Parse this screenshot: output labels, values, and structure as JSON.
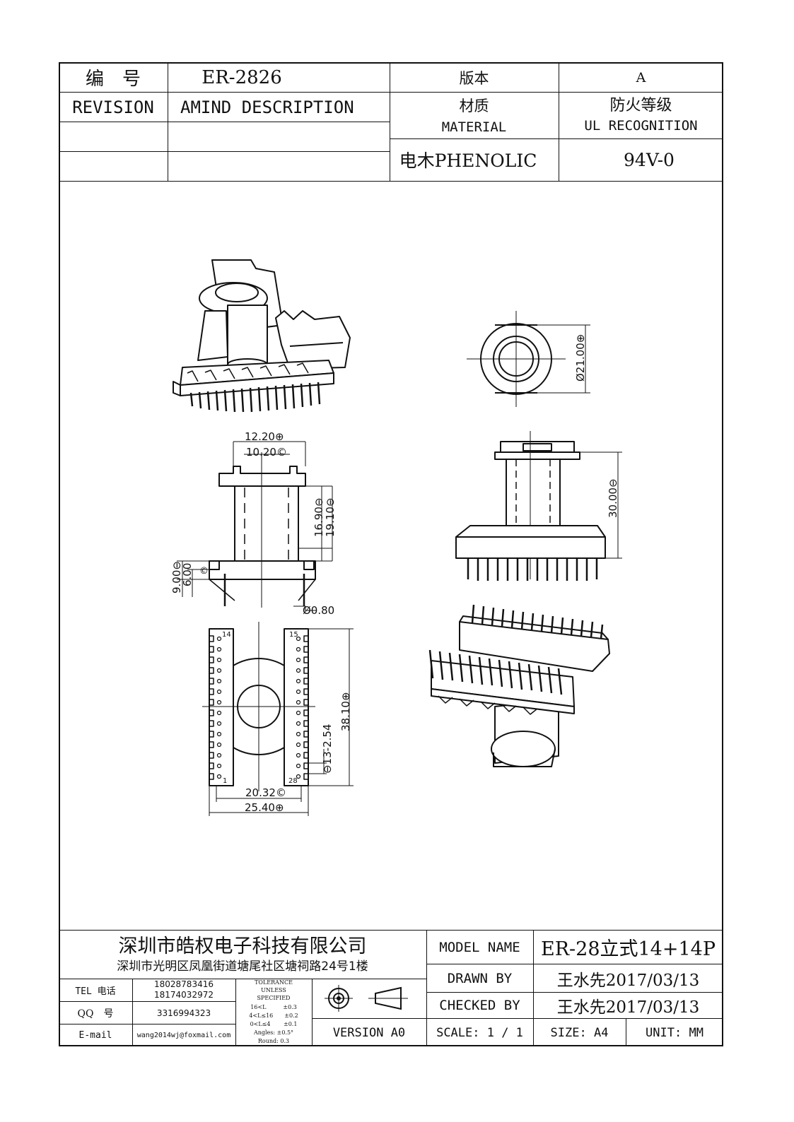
{
  "header": {
    "code_label": "编　号",
    "code_value": "ER-2826",
    "version_label": "版本",
    "version_value": "A",
    "revision_label": "REVISION",
    "amend_label": "AMIND DESCRIPTION",
    "material_label_cn": "材质",
    "material_label_en": "MATERIAL",
    "fire_label_cn": "防火等级",
    "fire_label_en": "UL RECOGNITION",
    "material_value": "电木PHENOLIC",
    "fire_value": "94V-0"
  },
  "dimensions": {
    "d21": "Ø21.00⊕",
    "w1220": "12.20⊕",
    "w1020": "10.20©",
    "h1690": "16.90⊖",
    "h1910": "19.10⊖",
    "h900": "9.00⊖",
    "h600": "6.00",
    "c_mark": "©",
    "pin080": "Ø0.80",
    "h3000": "30.00⊖",
    "l3810": "38.10⊕",
    "pitch": "⊖13-2.54",
    "w2032": "20.32©",
    "w2540": "25.40⊕",
    "pin14": "14",
    "pin15": "15",
    "pin1": "1",
    "pin28": "28"
  },
  "footer": {
    "company": "深圳市皓权电子科技有限公司",
    "address": "深圳市光明区凤凰街道塘尾社区塘祠路24号1楼",
    "tel_label": "TEL 电话",
    "tel1": "18028783416",
    "tel2": "18174032972",
    "qq_label": "QQ　号",
    "qq_value": "3316994323",
    "email_label": "E-mail",
    "email_value": "wang2014wj@foxmail.com",
    "tol_title1": "TOLERANCE",
    "tol_title2": "UNLESS",
    "tol_title3": "SPECIFIED",
    "tol_row1": "16<L　　　±0.3",
    "tol_row2": "4<L≤16　　±0.2",
    "tol_row3": "0<L≤4　　 ±0.1",
    "tol_row4": "Angles: ±0.5°",
    "tol_row5": "Round: 0.3",
    "version_a0": "VERSION A0",
    "model_label": "MODEL NAME",
    "model_value": "ER-28立式14+14P",
    "drawn_label": "DRAWN BY",
    "drawn_value": "王水先2017/03/13",
    "checked_label": "CHECKED BY",
    "checked_value": "王水先2017/03/13",
    "scale_label": "SCALE: 1 / 1",
    "size_label": "SIZE: A4",
    "unit_label": "UNIT: MM"
  }
}
